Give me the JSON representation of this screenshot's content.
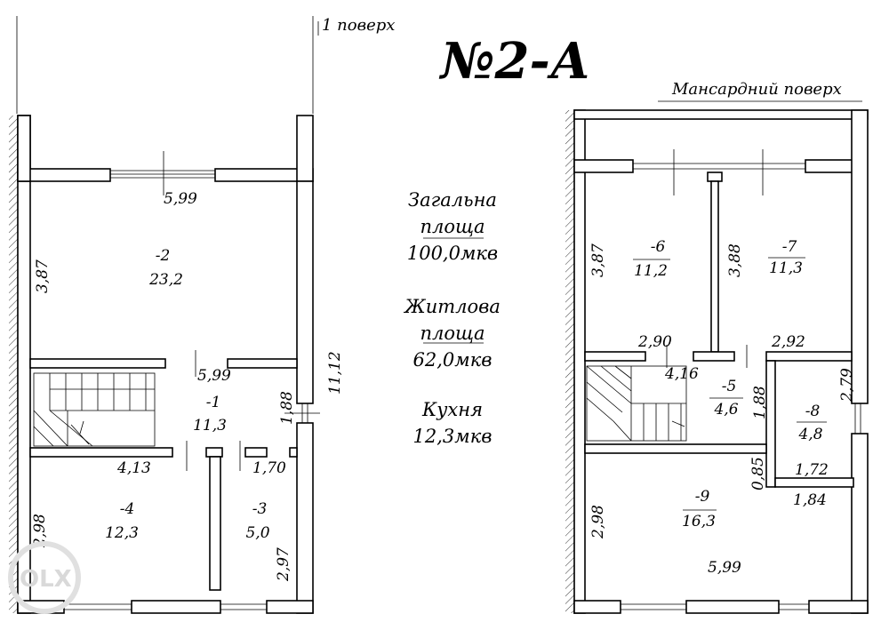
{
  "title": "№2-А",
  "floor1": {
    "label": "1 поверх",
    "dims": {
      "top_width": "5,99",
      "big_room_height": "3,87",
      "mid_width": "5,99",
      "hall_height": "1,88",
      "total_height": "11,12",
      "hall_width": "4,13",
      "bath_width": "1,70",
      "kitchen_height": "2,98",
      "bath_height": "2,97"
    },
    "rooms": [
      {
        "id": "-2",
        "area": "23,2"
      },
      {
        "id": "-1",
        "area": "11,3"
      },
      {
        "id": "-4",
        "area": "12,3"
      },
      {
        "id": "-3",
        "area": "5,0"
      }
    ]
  },
  "stats": {
    "total_label_1": "Загальна",
    "total_label_2": "площа",
    "total_value": "100,0мкв",
    "living_label_1": "Житлова",
    "living_label_2": "площа",
    "living_value": "62,0мкв",
    "kitchen_label": "Кухня",
    "kitchen_value": "12,3мкв"
  },
  "floor2": {
    "label": "Мансардний поверх",
    "dims": {
      "left_room_height": "3,87",
      "right_room_height": "3,88",
      "left_room_width": "2,90",
      "right_room_width": "2,92",
      "hall_width": "4,16",
      "hall_height": "1,88",
      "bath_height": "2,79",
      "bath_width": "1,72",
      "gap_height": "0,85",
      "gap_width": "1,84",
      "bottom_room_height": "2,98",
      "bottom_width": "5,99"
    },
    "rooms": [
      {
        "id": "-6",
        "area": "11,2"
      },
      {
        "id": "-7",
        "area": "11,3"
      },
      {
        "id": "-5",
        "area": "4,6"
      },
      {
        "id": "-8",
        "area": "4,8"
      },
      {
        "id": "-9",
        "area": "16,3"
      }
    ]
  },
  "watermark": "OLX"
}
